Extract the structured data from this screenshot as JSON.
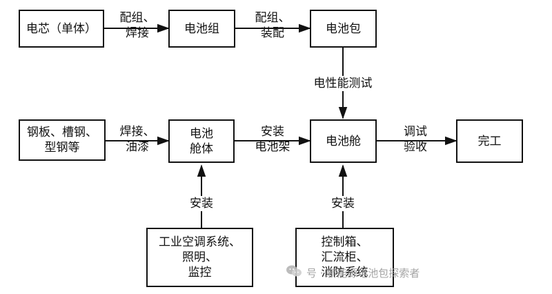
{
  "nodes": {
    "cell": {
      "lines": [
        "电芯（单体）"
      ]
    },
    "module": {
      "lines": [
        "电池组"
      ]
    },
    "pack": {
      "lines": [
        "电池包"
      ]
    },
    "steel": {
      "lines": [
        "钢板、槽钢、",
        "型钢等"
      ]
    },
    "cabin_body": {
      "lines": [
        "电池",
        "舱体"
      ]
    },
    "cabin": {
      "lines": [
        "电池舱"
      ]
    },
    "done": {
      "lines": [
        "完工"
      ]
    },
    "equip1": {
      "lines": [
        "工业空调系统、",
        "照明、",
        "监控"
      ]
    },
    "equip2": {
      "lines": [
        "控制箱、",
        "汇流柜、",
        "消防系统"
      ]
    }
  },
  "edge_labels": {
    "cell_module": [
      "配组、",
      "焊接"
    ],
    "module_pack": [
      "配组、",
      "装配"
    ],
    "pack_cabin": [
      "电性能测试"
    ],
    "steel_body": [
      "焊接、",
      "油漆"
    ],
    "body_cabin": [
      "安装",
      "电池架"
    ],
    "cabin_done": [
      "调试",
      "验收"
    ],
    "equip1_body": [
      "安装"
    ],
    "equip2_cabin": [
      "安装"
    ]
  },
  "watermark": {
    "text": "号 · 新能源电池包探索者",
    "icon": "wechat-icon"
  },
  "colors": {
    "stroke": "#111111",
    "watermark": "#9a9a9a"
  }
}
